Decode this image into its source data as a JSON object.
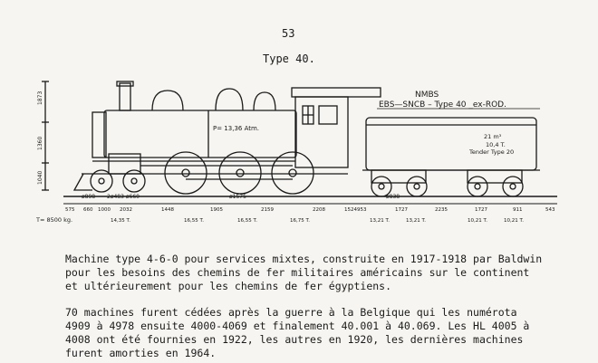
{
  "header": {
    "page_number": "53",
    "type_title": "Type 40."
  },
  "drawing": {
    "label_line1": "NMBS",
    "label_line2": "EBS—SNCB – Type 40 _ex-ROD.",
    "boiler_pressure": "P= 13,36 Atm.",
    "tender_capacity_water": "21 m³",
    "tender_capacity_coal": "10,4 T.",
    "tender_type": "Tender Type 20",
    "height_labels": [
      "1873",
      "1360",
      "1040"
    ],
    "wheel_labels": [
      "ø898",
      "2ø483 ø660",
      "ø1575",
      "ø838"
    ],
    "dimension_labels": [
      "575",
      "660",
      "1000",
      "2032",
      "1448",
      "1905",
      "2159",
      "2208",
      "1524",
      "953",
      "1727",
      "2235",
      "1727",
      "911",
      "543"
    ],
    "tare": "T= 8500 kg.",
    "axle_loads": [
      "14,35 T.",
      "16,55 T.",
      "16,55 T.",
      "16,75 T.",
      "13,21 T.",
      "13,21 T.",
      "10,21 T.",
      "10,21 T."
    ]
  },
  "body": {
    "para1": [
      "Machine type 4-6-0 pour services mixtes, construite en 1917-1918 par Baldwin",
      "pour les besoins des chemins de fer militaires américains sur le continent",
      "et ultérieurement pour les chemins de fer égyptiens."
    ],
    "para2": [
      "70 machines furent cédées après la guerre à la Belgique qui les numérota",
      "4909 à 4978 ensuite 4000-4069 et finalement 40.001 à 40.069. Les HL 4005 à",
      "4008 ont été fournies en 1922, les autres en 1920, les dernières machines",
      "furent amorties en 1964."
    ]
  }
}
